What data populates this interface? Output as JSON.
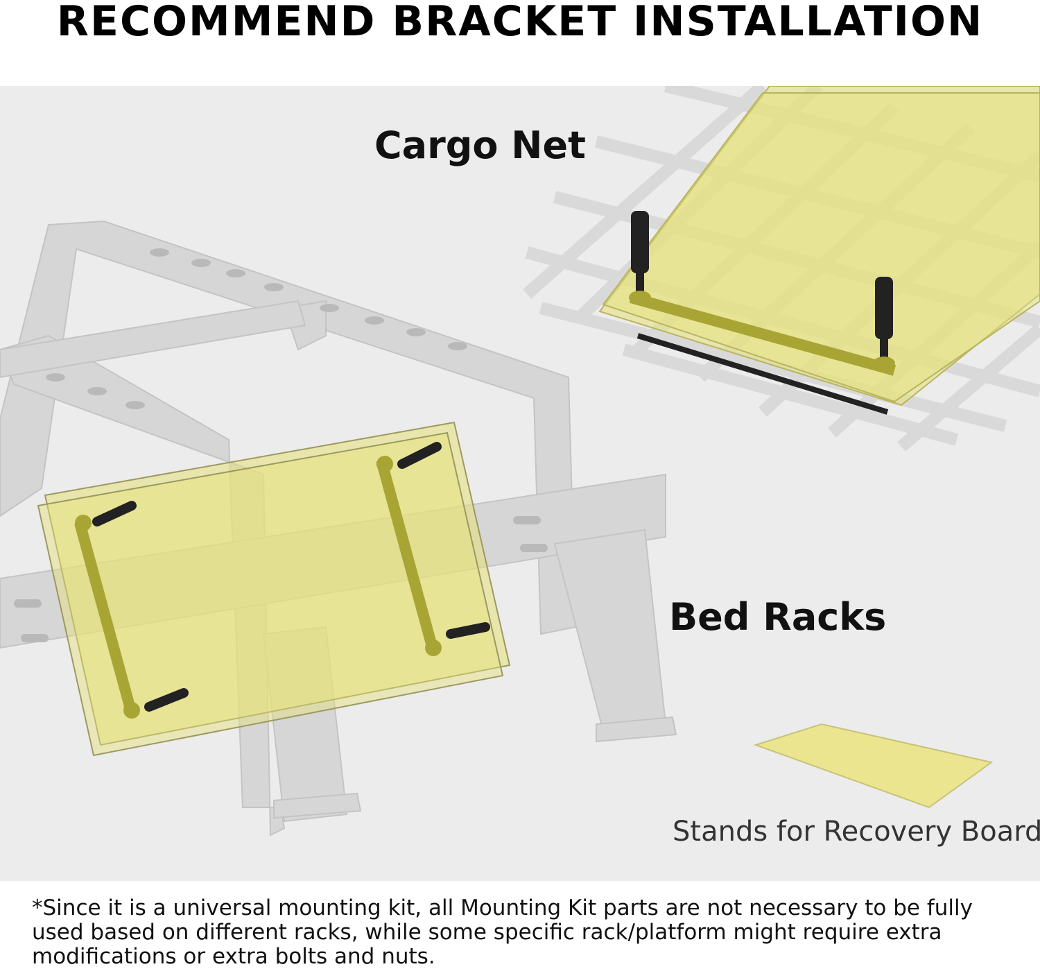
{
  "header": {
    "title": "RECOMMEND BRACKET INSTALLATION"
  },
  "labels": {
    "cargo_net": "Cargo Net",
    "bed_racks": "Bed Racks",
    "stands": "Stands for Recovery Board"
  },
  "footnote": {
    "text": "*Since it is a universal mounting kit, all Mounting Kit parts are not necessary to be fully used based on different racks, while some specific rack/platform might require extra modifications or extra bolts and nuts."
  },
  "colors": {
    "board": "#e6e27a",
    "rack": "#d6d6d6",
    "background": "#ececec",
    "bolt": "#222222"
  }
}
